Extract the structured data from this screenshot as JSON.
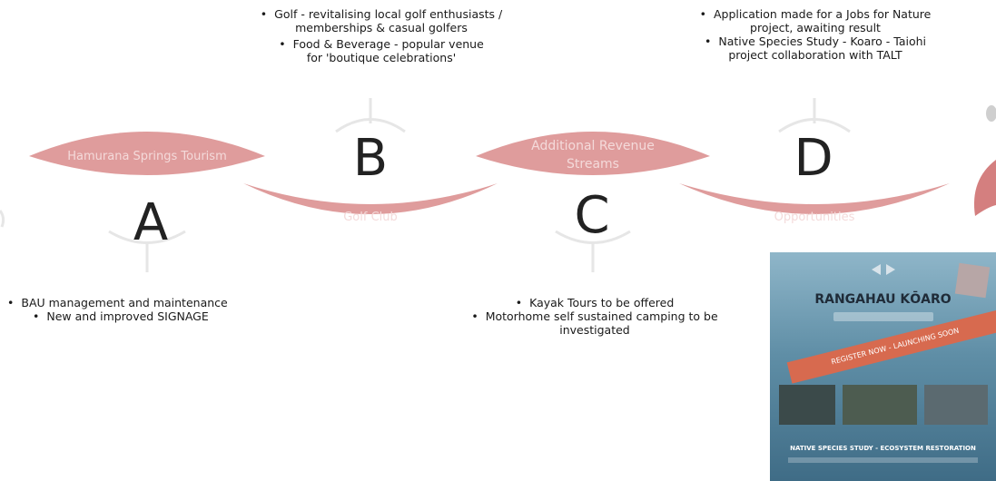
{
  "colors": {
    "segment": "#df9c9c",
    "tick": "#e3e3e3",
    "letter": "#222222"
  },
  "segments": [
    {
      "letter": "A",
      "label": "Hamurana Springs Tourism"
    },
    {
      "letter": "B",
      "label": "Golf Club"
    },
    {
      "letter": "C",
      "label_line1": "Additional Revenue",
      "label_line2": "Streams"
    },
    {
      "letter": "D",
      "label": "Opportunities"
    }
  ],
  "notes": {
    "a": [
      "BAU management and maintenance",
      "New and improved SIGNAGE"
    ],
    "b": [
      "Golf - revitalising local golf enthusiasts / memberships & casual golfers",
      "Food & Beverage - popular venue for 'boutique celebrations'"
    ],
    "c": [
      "Kayak Tours to be offered",
      "Motorhome self sustained camping to be investigated"
    ],
    "d": [
      "Application made for a Jobs for Nature project, awaiting result",
      "Native Species Study - Koaro - Taiohi project collaboration with TALT"
    ]
  },
  "poster": {
    "title": "RANGAHAU KŌARO",
    "banner": "REGISTER NOW - LAUNCHING SOON",
    "footer": "NATIVE SPECIES STUDY - ECOSYSTEM RESTORATION"
  }
}
